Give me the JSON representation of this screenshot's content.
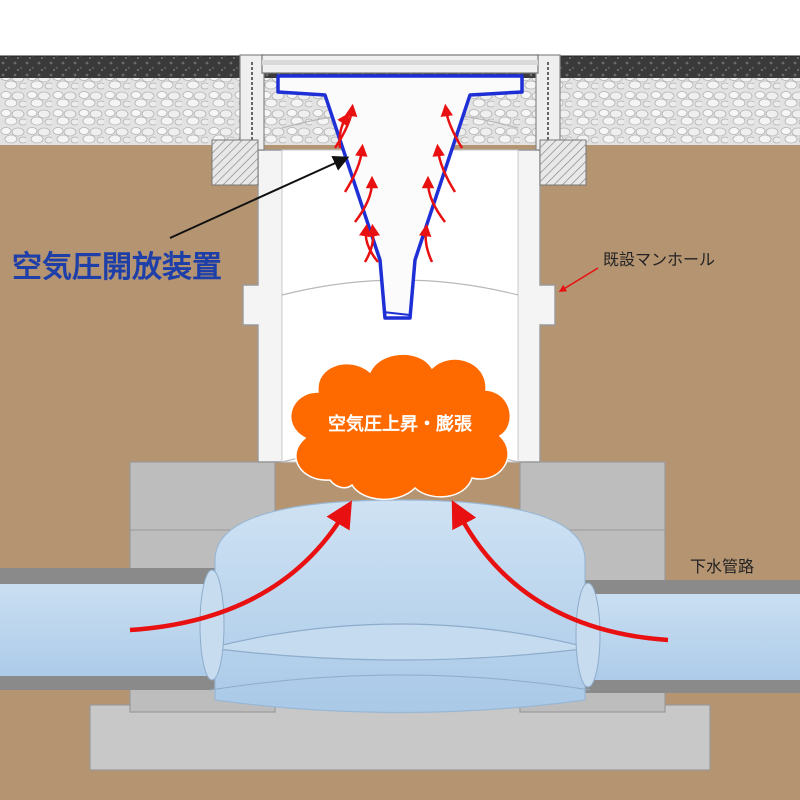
{
  "labels": {
    "device": "空気圧開放装置",
    "manhole": "既設マンホール",
    "pressure": "空気圧上昇・膨張",
    "sewer": "下水管路"
  },
  "colors": {
    "soil": "#b59472",
    "gravel": "#dcdcdc",
    "asphalt": "#3d3d3d",
    "concrete": "#bdbdbd",
    "manhole_wall": "#f4f4f4",
    "water": "#b8d4ec",
    "device_blue": "#1f2fd6",
    "arrow_red": "#e81010",
    "cloud_orange": "#ff6a00",
    "device_label": "#1f3fa8"
  }
}
